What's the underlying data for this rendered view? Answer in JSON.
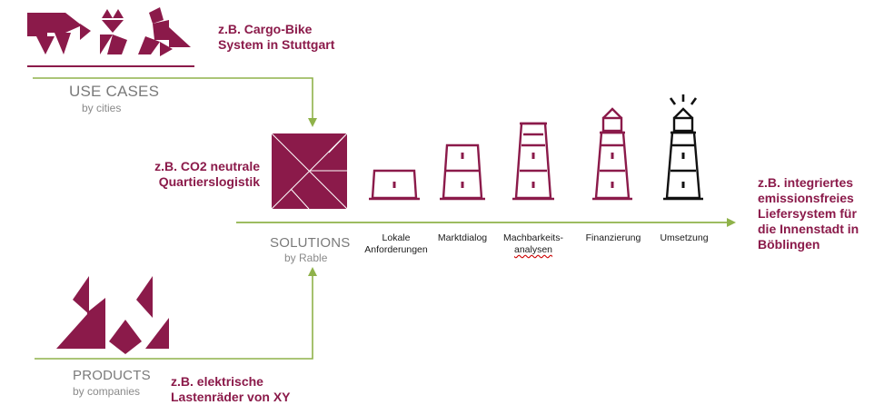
{
  "colors": {
    "maroon": "#8b1a4a",
    "green": "#8fb24a",
    "grey": "#7a7a7a",
    "black": "#111111"
  },
  "use_cases": {
    "title": "USE CASES",
    "subtitle": "by cities",
    "example": [
      "z.B. Cargo-Bike",
      "System in Stuttgart"
    ]
  },
  "solutions": {
    "title": "SOLUTIONS",
    "subtitle": "by Rable",
    "example": [
      "z.B. CO2 neutrale",
      "Quartierslogistik"
    ]
  },
  "products": {
    "title": "PRODUCTS",
    "subtitle": "by companies",
    "example": [
      "z.B. elektrische",
      "Lastenräder von XY"
    ]
  },
  "stages": [
    {
      "label": [
        "Lokale",
        "Anforderungen"
      ]
    },
    {
      "label": [
        "Marktdialog"
      ]
    },
    {
      "label": [
        "Machbarkeits-",
        "analysen"
      ]
    },
    {
      "label": [
        "Finanzierung"
      ]
    },
    {
      "label": [
        "Umsetzung"
      ]
    }
  ],
  "outcome": [
    "z.B. integriertes",
    "emissionsfreies",
    "Liefersystem für",
    "die Innenstadt in",
    "Böblingen"
  ]
}
